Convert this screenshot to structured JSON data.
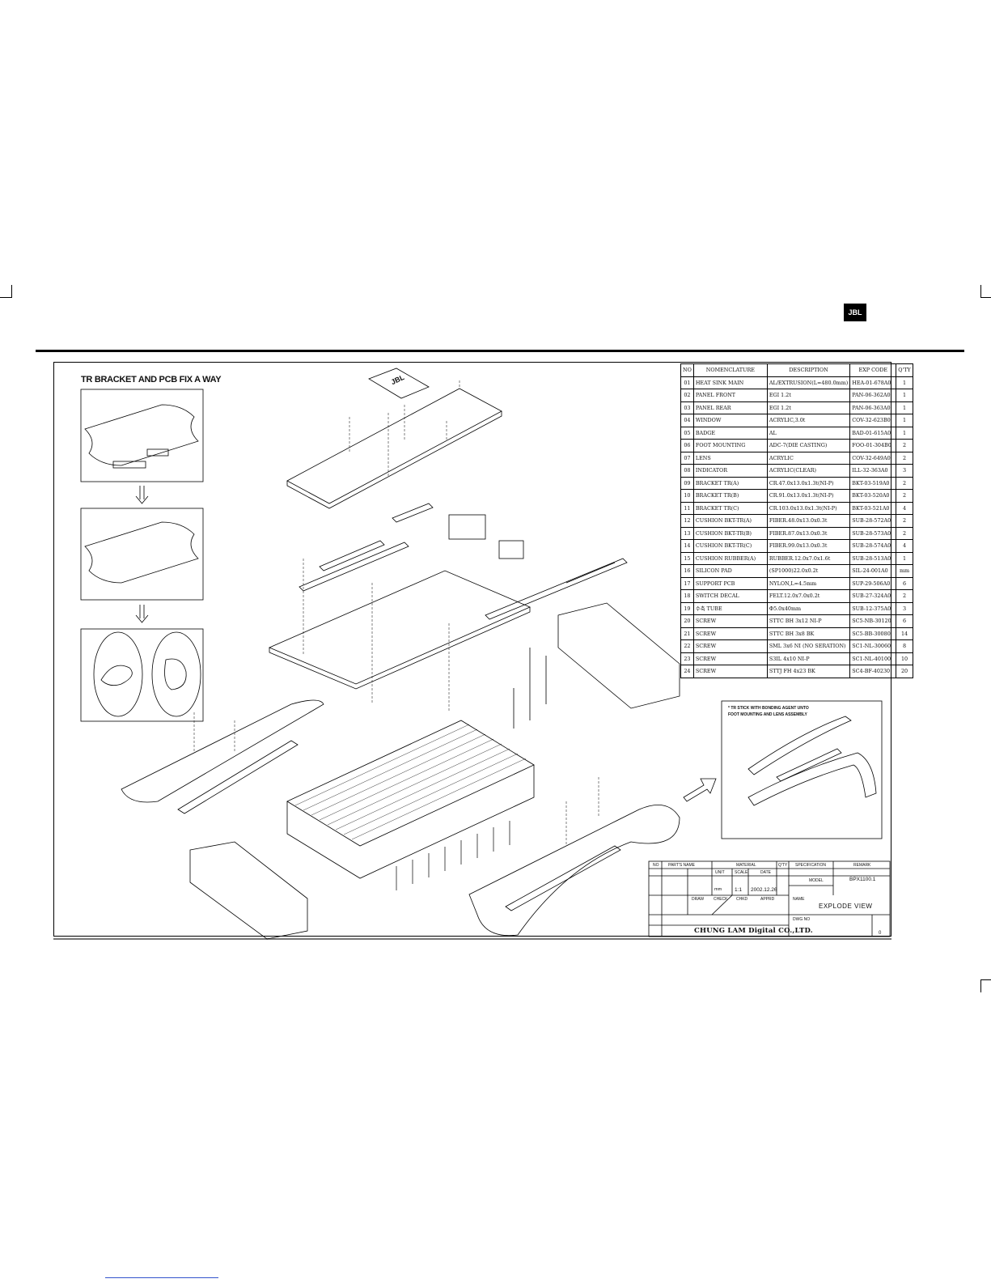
{
  "header": {
    "brand_logo": "JBL"
  },
  "drawing": {
    "side_title": "TR BRACKET AND PCB FIX A WAY",
    "inset_note_line1": "* TR STICK WITH BONDING AGENT UNTO",
    "inset_note_line2": "FOOT MOUNTING AND LENS ASSEMBLY",
    "badge_text": "JBL"
  },
  "parts_table": {
    "headers": [
      "NO",
      "NOMENCLATURE",
      "DESCRIPTION",
      "EXP CODE",
      "Q'TY"
    ],
    "rows": [
      [
        "01",
        "HEAT SINK MAIN",
        "AL/EXTRUSION(L=480.0mm)",
        "HEA-01-678A0",
        "1"
      ],
      [
        "02",
        "PANEL FRONT",
        "EGI 1.2t",
        "PAN-06-362A0",
        "1"
      ],
      [
        "03",
        "PANEL REAR",
        "EGI 1.2t",
        "PAN-06-363A0",
        "1"
      ],
      [
        "04",
        "WINDOW",
        "ACRYLIC,3.0t",
        "COV-32-623B0",
        "1"
      ],
      [
        "05",
        "BADGE",
        "AL",
        "BAD-01-615A0",
        "1"
      ],
      [
        "06",
        "FOOT MOUNTING",
        "ADC-7(DIE CASTING)",
        "FOO-01-304B0",
        "2"
      ],
      [
        "07",
        "LENS",
        "ACRYLIC",
        "COV-32-649A0",
        "2"
      ],
      [
        "08",
        "INDICATOR",
        "ACRYLIC(CLEAR)",
        "ILL-32-363A0",
        "3"
      ],
      [
        "09",
        "BRACKET TR(A)",
        "CR.47.0x13.0x1.3t(NI-P)",
        "BKT-03-519A0",
        "2"
      ],
      [
        "10",
        "BRACKET TR(B)",
        "CR.91.0x13.0x1.3t(NI-P)",
        "BKT-03-520A0",
        "2"
      ],
      [
        "11",
        "BRACKET TR(C)",
        "CR.103.0x13.0x1.3t(NI-P)",
        "BKT-03-521A0",
        "4"
      ],
      [
        "12",
        "CUSHION BKT-TR(A)",
        "FIBER.48.0x13.0x0.3t",
        "SUB-28-572A0",
        "2"
      ],
      [
        "13",
        "CUSHION BKT-TR(B)",
        "FIBER.87.0x13.0x0.3t",
        "SUB-28-573A0",
        "2"
      ],
      [
        "14",
        "CUSHION BKT-TR(C)",
        "FIBER.99.0x13.0x0.3t",
        "SUB-28-574A0",
        "4"
      ],
      [
        "15",
        "CUSHION RUBBER(A)",
        "RUBBER.12.0x7.0x1.6t",
        "SUB-28-513A0",
        "1"
      ],
      [
        "16",
        "SILICON PAD",
        "(SP1000)22.0x0.2t",
        "SIL-24-001A0",
        "mm"
      ],
      [
        "17",
        "SUPPORT PCB",
        "NYLON,L=4.5mm",
        "SUP-29-506A0",
        "6"
      ],
      [
        "18",
        "SWITCH DECAL",
        "FELT.12.0x7.0x0.2t",
        "SUB-27-324A0",
        "2"
      ],
      [
        "19",
        "수축 TUBE",
        "Φ5.0x40mm",
        "SUB-12-375A0",
        "3"
      ],
      [
        "20",
        "SCREW",
        "STTC BH 3x12 NI-P",
        "SC5-NB-30120",
        "6"
      ],
      [
        "21",
        "SCREW",
        "STTC BH 3x8 BK",
        "SC5-BB-30080",
        "14"
      ],
      [
        "22",
        "SCREW",
        "SML 3x6 NI (NO SERATION)",
        "SC1-NL-30060",
        "8"
      ],
      [
        "23",
        "SCREW",
        "S3IL 4x10 NI-P",
        "SC1-NL-40100",
        "10"
      ],
      [
        "24",
        "SCREW",
        "STTJ FH 4x23 BK",
        "SC4-BF-40230",
        "20"
      ]
    ]
  },
  "title_block": {
    "company": "CHUNG LAM Digital CO.,LTD.",
    "view_title": "EXPLODE VIEW",
    "model": "BPX1100.1",
    "date": "2002.12.26",
    "scale": "1:1",
    "unit": "mm",
    "rev": "0",
    "h_no": "NO",
    "h_parts_name": "PART'S NAME",
    "h_material": "MATERIAL",
    "h_qty": "Q'TY",
    "h_specification": "SPECIFICATION",
    "h_remark": "REMARK",
    "h_unit": "UNIT",
    "h_scale": "SCALE",
    "h_date": "DATE",
    "h_draw": "DRAW",
    "h_check": "CHECK",
    "h_chkd": "CHKD",
    "h_apprd": "APPRD",
    "h_name": "NAME",
    "h_dwg": "DWG NO",
    "h_model": "MODEL"
  }
}
